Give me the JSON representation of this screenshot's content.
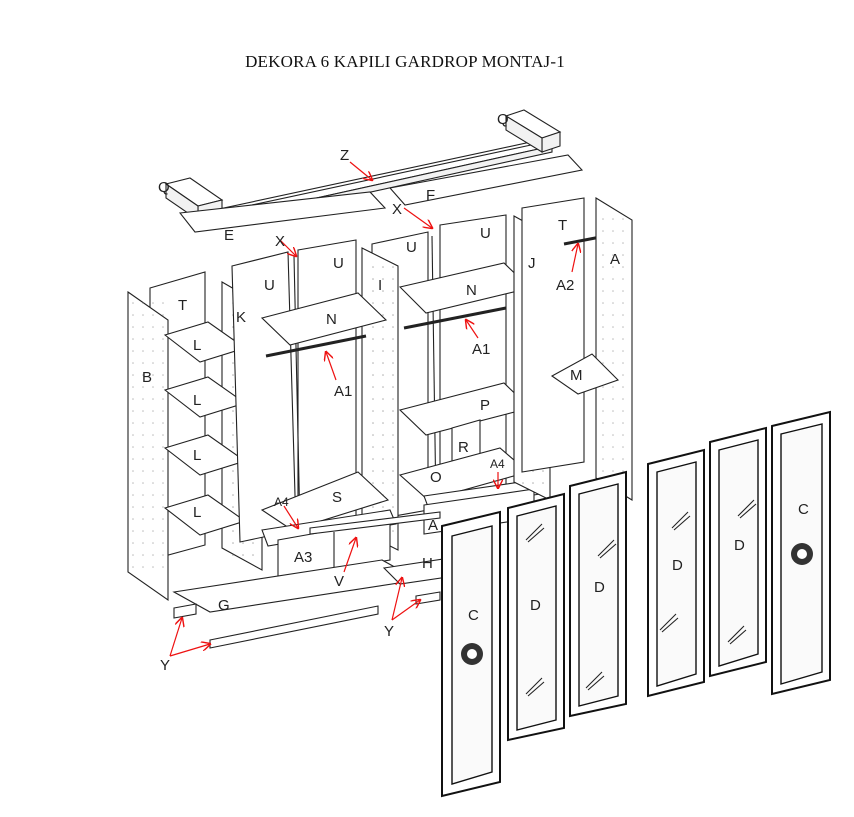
{
  "title": "DEKORA 6 KAPILI GARDROP MONTAJ-1",
  "labels": {
    "Q1": "Q",
    "Q2": "Q",
    "Z": "Z",
    "F": "F",
    "E": "E",
    "X1": "X",
    "X2": "X",
    "T1": "T",
    "T2": "T",
    "U1": "U",
    "U2": "U",
    "U3": "U",
    "U4": "U",
    "J": "J",
    "A": "A",
    "A2": "A2",
    "I": "I",
    "K": "K",
    "B": "B",
    "L1": "L",
    "L2": "L",
    "L3": "L",
    "L4": "L",
    "N1": "N",
    "N2": "N",
    "A1a": "A1",
    "A1b": "A1",
    "M": "M",
    "P": "P",
    "R": "R",
    "O": "O",
    "A4a": "A4",
    "A4b": "A4",
    "S": "S",
    "A3": "A3",
    "A5": "A",
    "V": "V",
    "H": "H",
    "G": "G",
    "Y1": "Y",
    "Y2": "Y",
    "C1": "C",
    "C2": "C",
    "D1": "D",
    "D2": "D",
    "D3": "D",
    "D4": "D"
  },
  "colors": {
    "arrow": "#e11111",
    "line": "#222222"
  }
}
